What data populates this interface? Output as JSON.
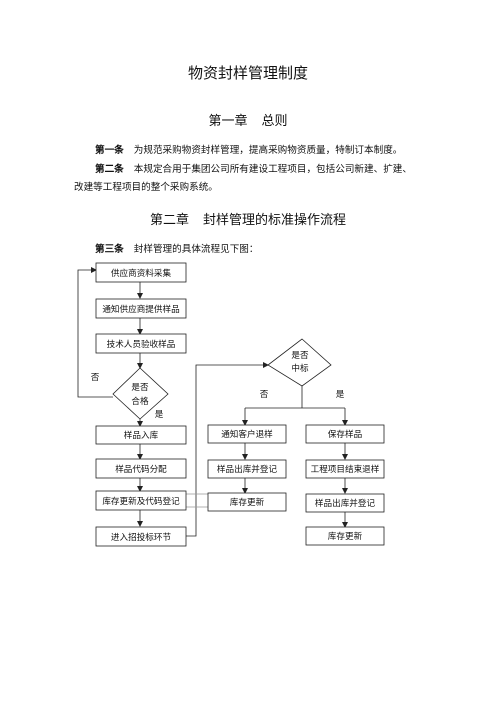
{
  "doc": {
    "title": "物资封样管理制度",
    "ch1": {
      "num": "第一章",
      "name": "总则"
    },
    "art1": {
      "label": "第一条",
      "text": "为规范采购物资封样管理，提高采购物资质量，特制订本制度。"
    },
    "art2": {
      "label": "第二条",
      "line1": "本规定合用于集团公司所有建设工程项目，包括公司新建、扩建、",
      "line2": "改建等工程项目的整个采购系统。"
    },
    "ch2": {
      "num": "第二章",
      "name": "封样管理的标准操作流程"
    },
    "art3": {
      "label": "第三条",
      "text": "封样管理的具体流程见下图："
    }
  },
  "flow": {
    "b1": "供应商资料采集",
    "b2": "通知供应商提供样品",
    "b3": "技术人员验收样品",
    "d1a": "是否",
    "d1b": "合格",
    "no1": "否",
    "yes1": "是",
    "b4": "样品入库",
    "b5": "样品代码分配",
    "b6": "库存更新及代码登记",
    "b7": "进入招投标环节",
    "d2a": "是否",
    "d2b": "中标",
    "no2": "否",
    "yes2": "是",
    "c1": "通知客户退样",
    "c2": "样品出库并登记",
    "c3": "库存更新",
    "r1": "保存样品",
    "r2": "工程项目结束退样",
    "r3": "样品出库并登记",
    "r4": "库存更新"
  }
}
